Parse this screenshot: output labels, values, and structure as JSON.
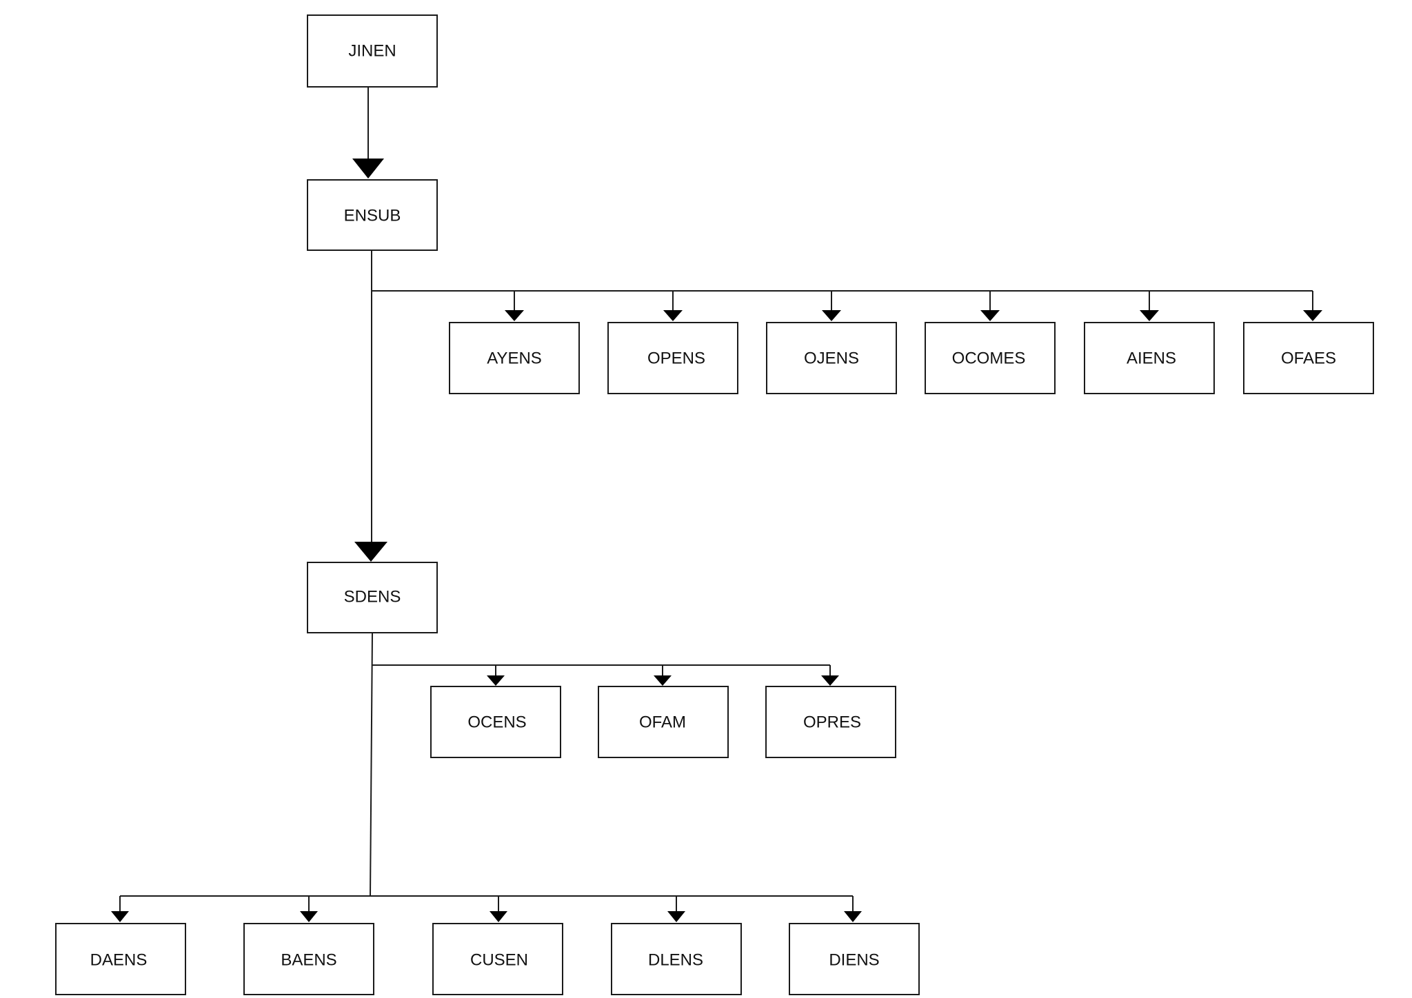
{
  "diagram": {
    "nodes": {
      "jinen": "JINEN",
      "ensub": "ENSUB",
      "ayens": "AYENS",
      "opens": "OPENS",
      "ojens": "OJENS",
      "ocomes": "OCOMES",
      "aiens": "AIENS",
      "ofaes": "OFAES",
      "sdens": "SDENS",
      "ocens": "OCENS",
      "ofam": "OFAM",
      "opres": "OPRES",
      "daens": "DAENS",
      "baens": "BAENS",
      "cusen": "CUSEN",
      "dlens": "DLENS",
      "diens": "DIENS"
    },
    "edges": [
      {
        "from": "jinen",
        "to": "ensub"
      },
      {
        "from": "ensub",
        "to": "ayens"
      },
      {
        "from": "ensub",
        "to": "opens"
      },
      {
        "from": "ensub",
        "to": "ojens"
      },
      {
        "from": "ensub",
        "to": "ocomes"
      },
      {
        "from": "ensub",
        "to": "aiens"
      },
      {
        "from": "ensub",
        "to": "ofaes"
      },
      {
        "from": "ensub",
        "to": "sdens"
      },
      {
        "from": "sdens",
        "to": "ocens"
      },
      {
        "from": "sdens",
        "to": "ofam"
      },
      {
        "from": "sdens",
        "to": "opres"
      },
      {
        "from": "sdens",
        "to": "daens"
      },
      {
        "from": "sdens",
        "to": "baens"
      },
      {
        "from": "sdens",
        "to": "cusen"
      },
      {
        "from": "sdens",
        "to": "dlens"
      },
      {
        "from": "sdens",
        "to": "diens"
      }
    ],
    "colors": {
      "box_stroke": "#1a1a1a",
      "line": "#1a1a1a",
      "arrow": "#000000",
      "text": "#111111",
      "background": "#ffffff"
    }
  }
}
